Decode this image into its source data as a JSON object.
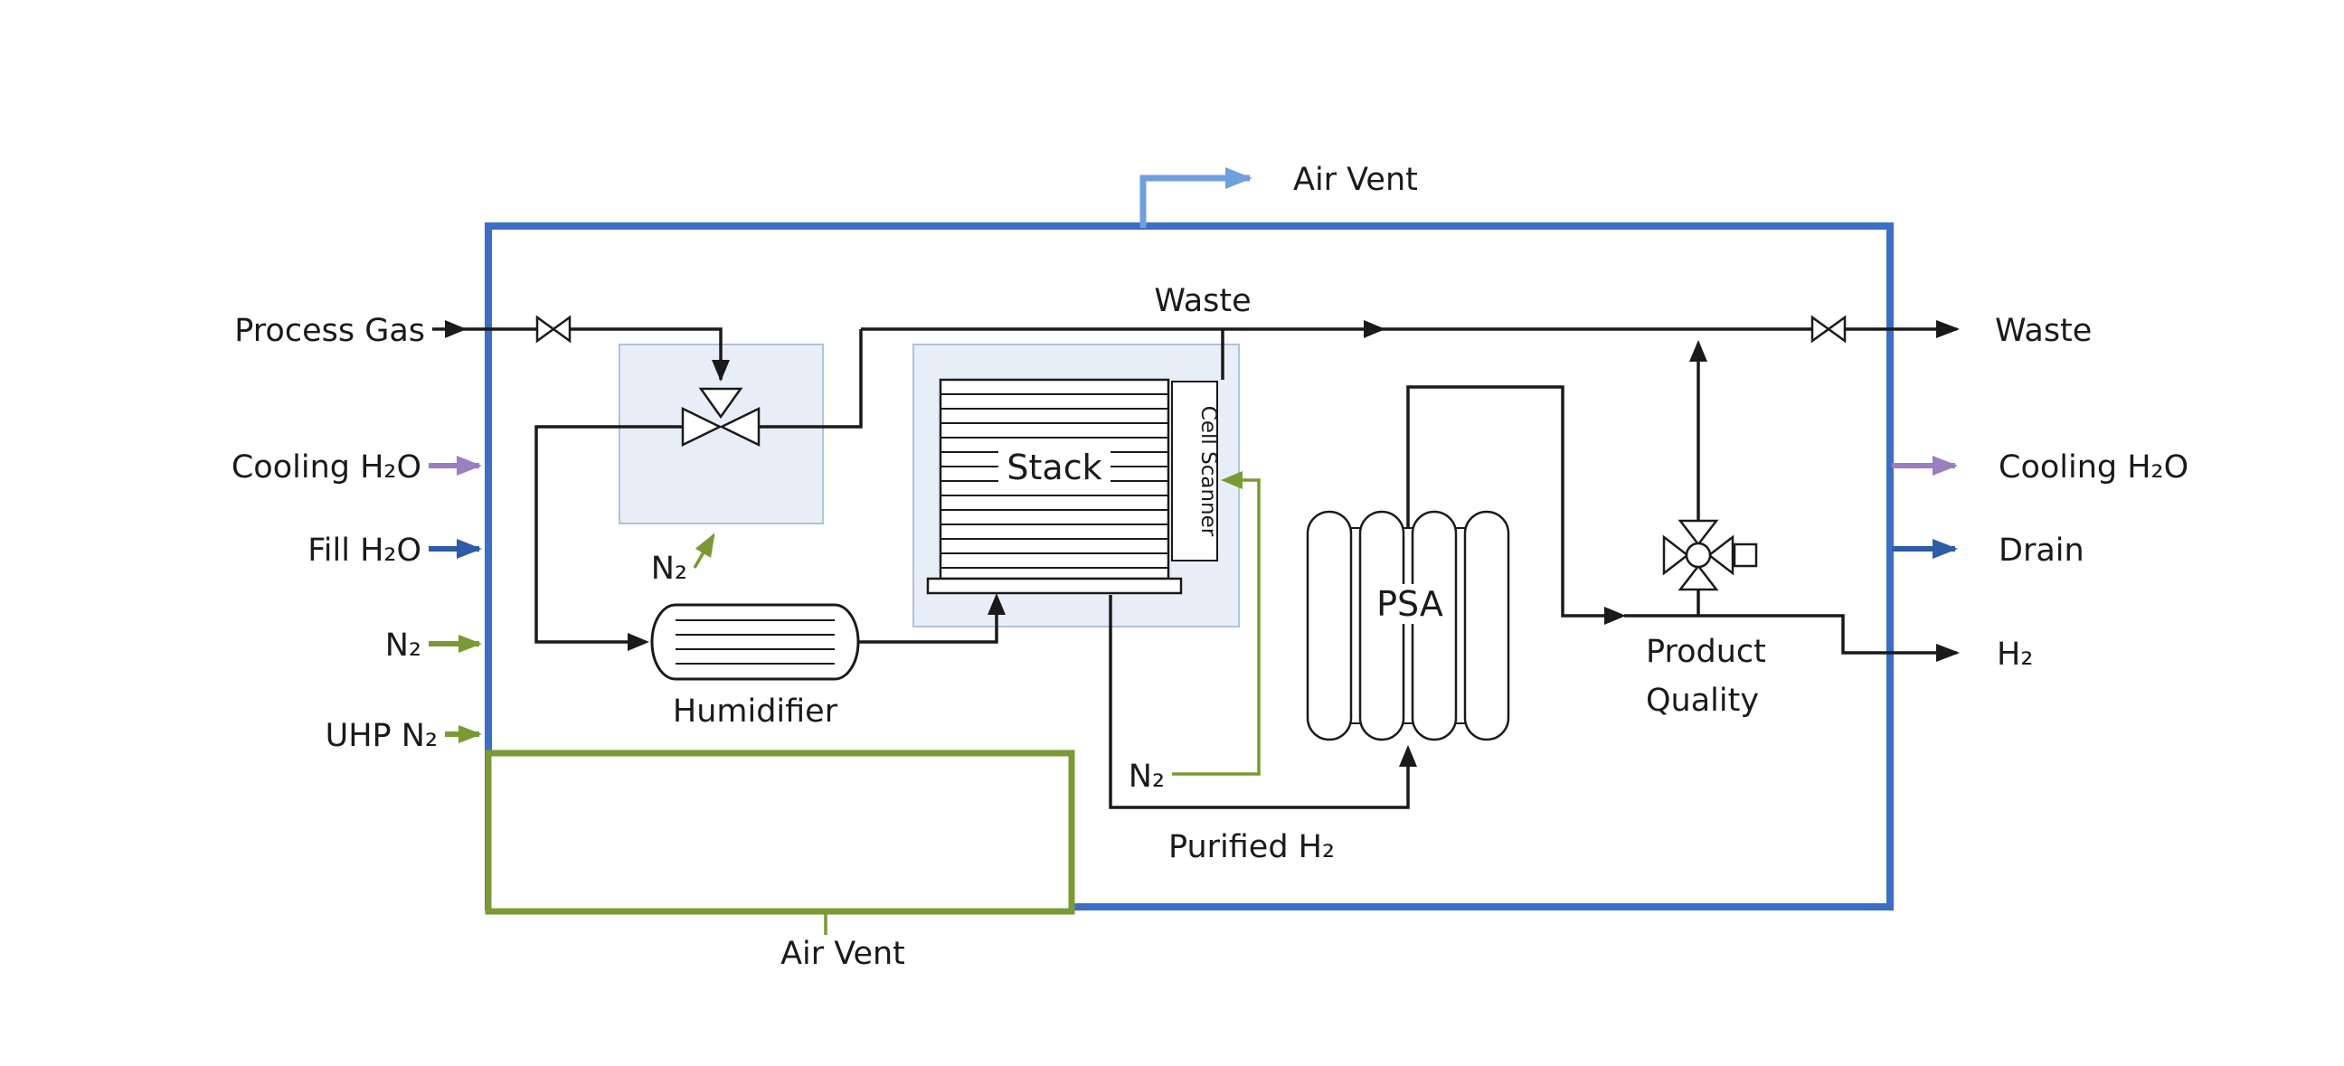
{
  "diagram": {
    "type": "process-flow-diagram",
    "labels": {
      "air_vent_top": "Air Vent",
      "air_vent_bottom": "Air Vent",
      "process_gas": "Process Gas",
      "cooling_h2o_in": "Cooling H₂O",
      "fill_h2o": "Fill H₂O",
      "n2_in": "N₂",
      "uhp_n2_in": "UHP N₂",
      "waste_header": "Waste",
      "waste_out": "Waste",
      "cooling_h2o_out": "Cooling H₂O",
      "drain_out": "Drain",
      "h2_out": "H₂",
      "n2_humidifier": "N₂",
      "humidifier": "Humidifier",
      "stack": "Stack",
      "cell_scanner": "Cell Scanner",
      "n2_stack": "N₂",
      "purified_h2": "Purified H₂",
      "psa": "PSA",
      "product_quality": [
        "Product",
        "Quality"
      ]
    },
    "colors": {
      "enclosure": "#3C6EC5",
      "vent_green": "#799A34",
      "cooling_purple": "#9B7FC0",
      "water_blue": "#2D5CA8",
      "air_vent_blue": "#6F9FDC",
      "line": "#1A1A1A",
      "equipment_fill": "#E8EEF7",
      "equipment_border": "#AFC2DC"
    }
  }
}
